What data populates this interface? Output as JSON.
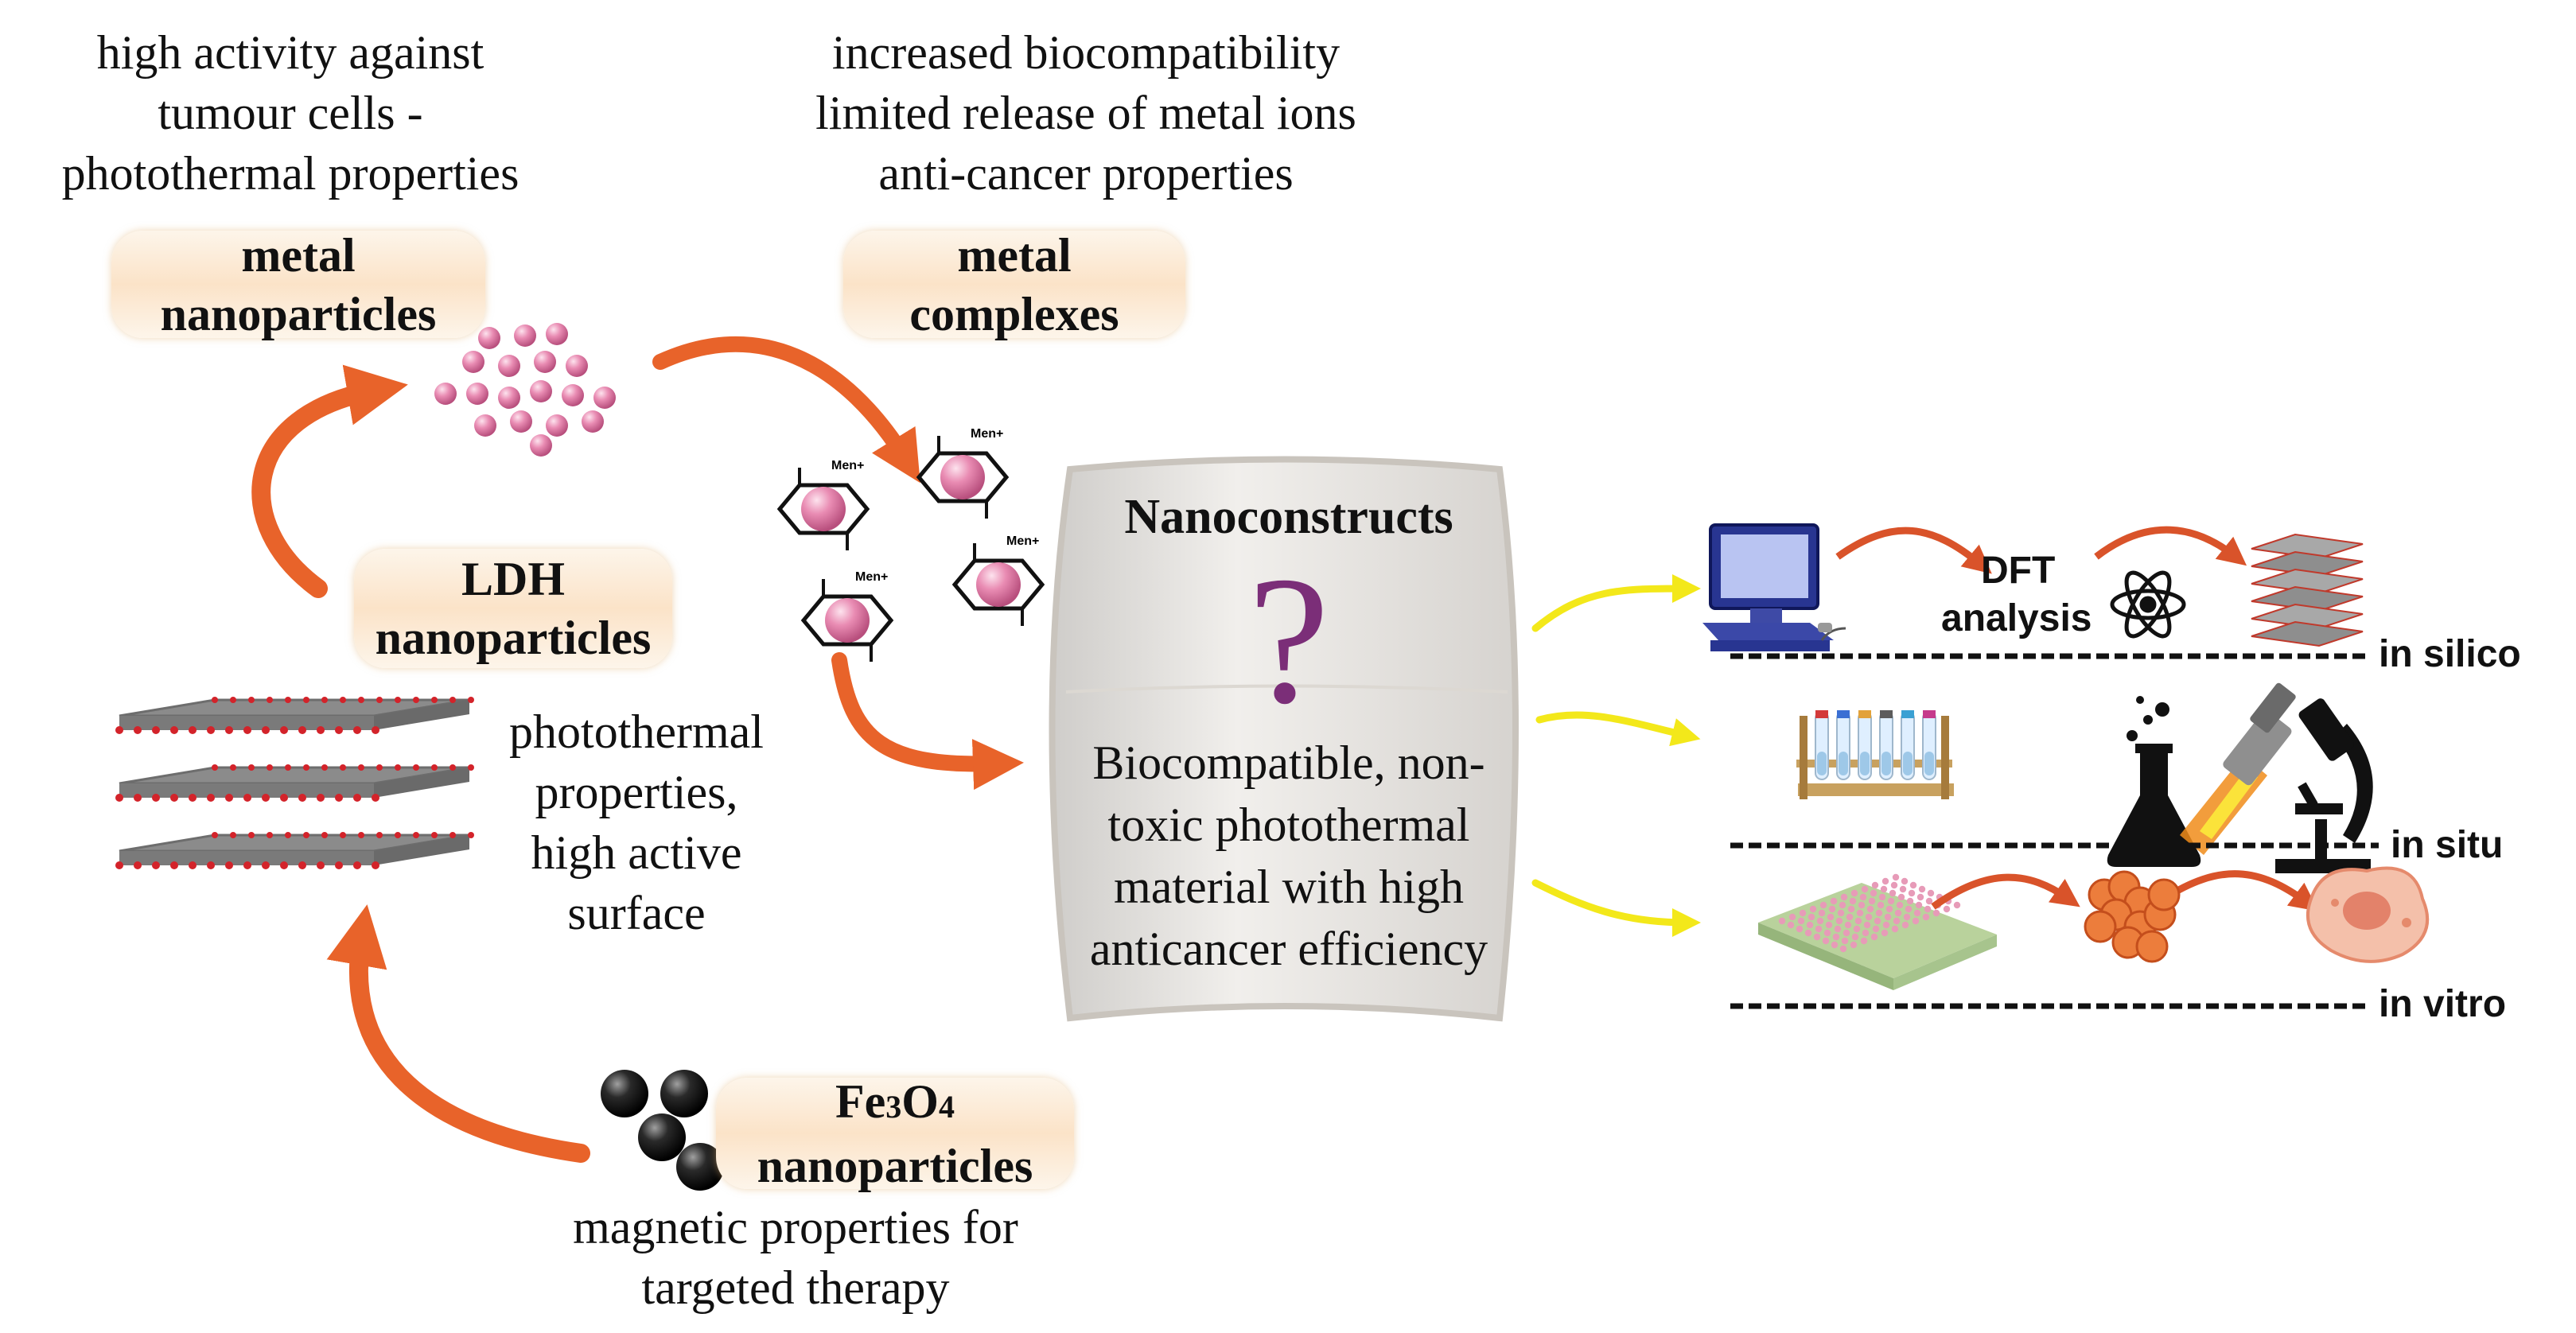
{
  "top_left_desc": [
    "high activity against",
    "tumour cells -",
    "photothermal properties"
  ],
  "top_mid_desc": [
    "increased biocompatibility",
    "limited release of metal ions",
    "anti-cancer properties"
  ],
  "labels": {
    "metal_np": [
      "metal",
      "nanoparticles"
    ],
    "metal_complexes": [
      "metal",
      "complexes"
    ],
    "ldh": [
      "LDH",
      "nanoparticles"
    ],
    "fe3o4_formula": {
      "fe": "Fe",
      "sub1": "3",
      "o": "O",
      "sub2": "4"
    },
    "fe3o4_word": "nanoparticles"
  },
  "ldh_desc": [
    "photothermal",
    "properties,",
    "high active",
    "surface"
  ],
  "fe3o4_desc": [
    "magnetic properties for",
    "targeted therapy"
  ],
  "center": {
    "title": "Nanoconstructs",
    "question": "?",
    "desc": [
      "Biocompatible, non-",
      "toxic photothermal",
      "material with high",
      "anticancer efficiency"
    ]
  },
  "right": {
    "dft": [
      "DFT",
      "analysis"
    ],
    "rows": [
      "in silico",
      "in situ",
      "in vitro"
    ]
  },
  "complex_labels": {
    "me": "Me",
    "charge": "n+"
  },
  "colors": {
    "arrow": "#e8632a",
    "yellow_arrow": "#f3e81a",
    "pink": "#e27aa6"
  }
}
